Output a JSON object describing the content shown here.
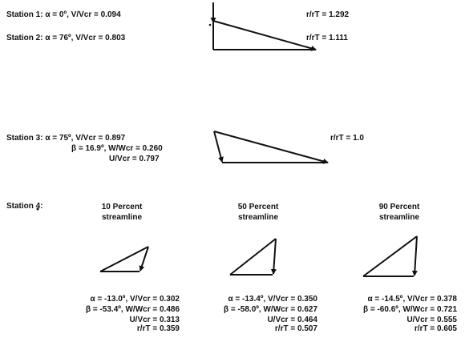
{
  "station1": {
    "label": "Station 1: α = 0º, V/Vcr = 0.094",
    "radius": "r/rT = 1.292"
  },
  "station2": {
    "label": "Station 2: α = 76º, V/Vcr = 0.803",
    "radius": "r/rT = 1.111"
  },
  "station3": {
    "line1": "Station 3: α = 75º, V/Vcr = 0.897",
    "line2": "β = 16.9º, W/Wcr = 0.260",
    "line3": "U/Vcr = 0.797",
    "radius": "r/rT = 1.0"
  },
  "station4": {
    "label": "Station 4:",
    "streamlines": [
      {
        "title1": "10 Percent",
        "title2": "streamline",
        "values": [
          "α = -13.0º, V/Vcr = 0.302",
          "β = -53.4º, W/Wcr = 0.486",
          "U/Vcr = 0.313",
          "r/rT = 0.359"
        ]
      },
      {
        "title1": "50 Percent",
        "title2": "streamline",
        "values": [
          "α = -13.4º, V/Vcr = 0.350",
          "β = -58.0º, W/Wcr = 0.627",
          "U/Vcr = 0.464",
          "r/rT = 0.507"
        ]
      },
      {
        "title1": "90 Percent",
        "title2": "streamline",
        "values": [
          "α = -14.5º, V/Vcr = 0.378",
          "β = -60.6º, W/Wcr = 0.721",
          "U/Vcr = 0.555",
          "r/rT = 0.605"
        ]
      }
    ]
  }
}
